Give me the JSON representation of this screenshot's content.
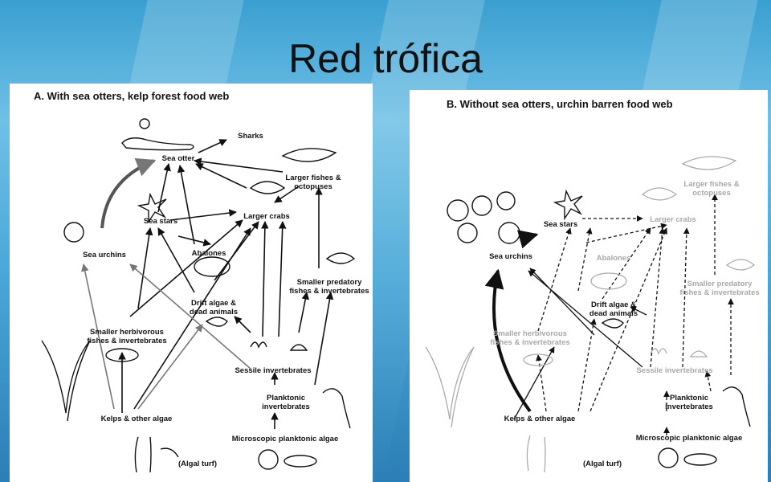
{
  "title": "Red trófica",
  "panel_a": {
    "title": "A.  With sea otters, kelp forest food web",
    "nodes": {
      "sea_otter": "Sea otter",
      "sharks": "Sharks",
      "larger_fishes_1": "Larger fishes &",
      "larger_fishes_2": "octopuses",
      "sea_stars": "Sea stars",
      "larger_crabs": "Larger crabs",
      "sea_urchins": "Sea urchins",
      "abalones": "Abalones",
      "smaller_predatory_1": "Smaller predatory",
      "smaller_predatory_2": "fishes & invertebrates",
      "drift_algae_1": "Drift algae &",
      "drift_algae_2": "dead animals",
      "smaller_herbivorous_1": "Smaller herbivorous",
      "smaller_herbivorous_2": "fishes & invertebrates",
      "sessile": "Sessile invertebrates",
      "planktonic_1": "Planktonic",
      "planktonic_2": "invertebrates",
      "kelps": "Kelps & other algae",
      "microscopic": "Microscopic planktonic algae",
      "algal_turf": "(Algal turf)"
    }
  },
  "panel_b": {
    "title": "B.  Without sea otters, urchin barren food web",
    "nodes": {
      "larger_fishes_1": "Larger fishes &",
      "larger_fishes_2": "octopuses",
      "sea_stars": "Sea stars",
      "larger_crabs": "Larger crabs",
      "sea_urchins": "Sea urchins",
      "abalones": "Abalones",
      "smaller_predatory_1": "Smaller predatory",
      "smaller_predatory_2": "fishes & invertebrates",
      "drift_algae_1": "Drift algae &",
      "drift_algae_2": "dead animals",
      "smaller_herbivorous_1": "Smaller herbivorous",
      "smaller_herbivorous_2": "fishes & invertebrates",
      "sessile": "Sessile invertebrates",
      "planktonic_1": "Planktonic",
      "planktonic_2": "invertebrates",
      "kelps": "Kelps & other algae",
      "microscopic": "Microscopic planktonic algae",
      "algal_turf": "(Algal turf)"
    }
  },
  "colors": {
    "ink": "#111111",
    "faded": "#a8a8a8",
    "strong_arrow": "#555555"
  }
}
